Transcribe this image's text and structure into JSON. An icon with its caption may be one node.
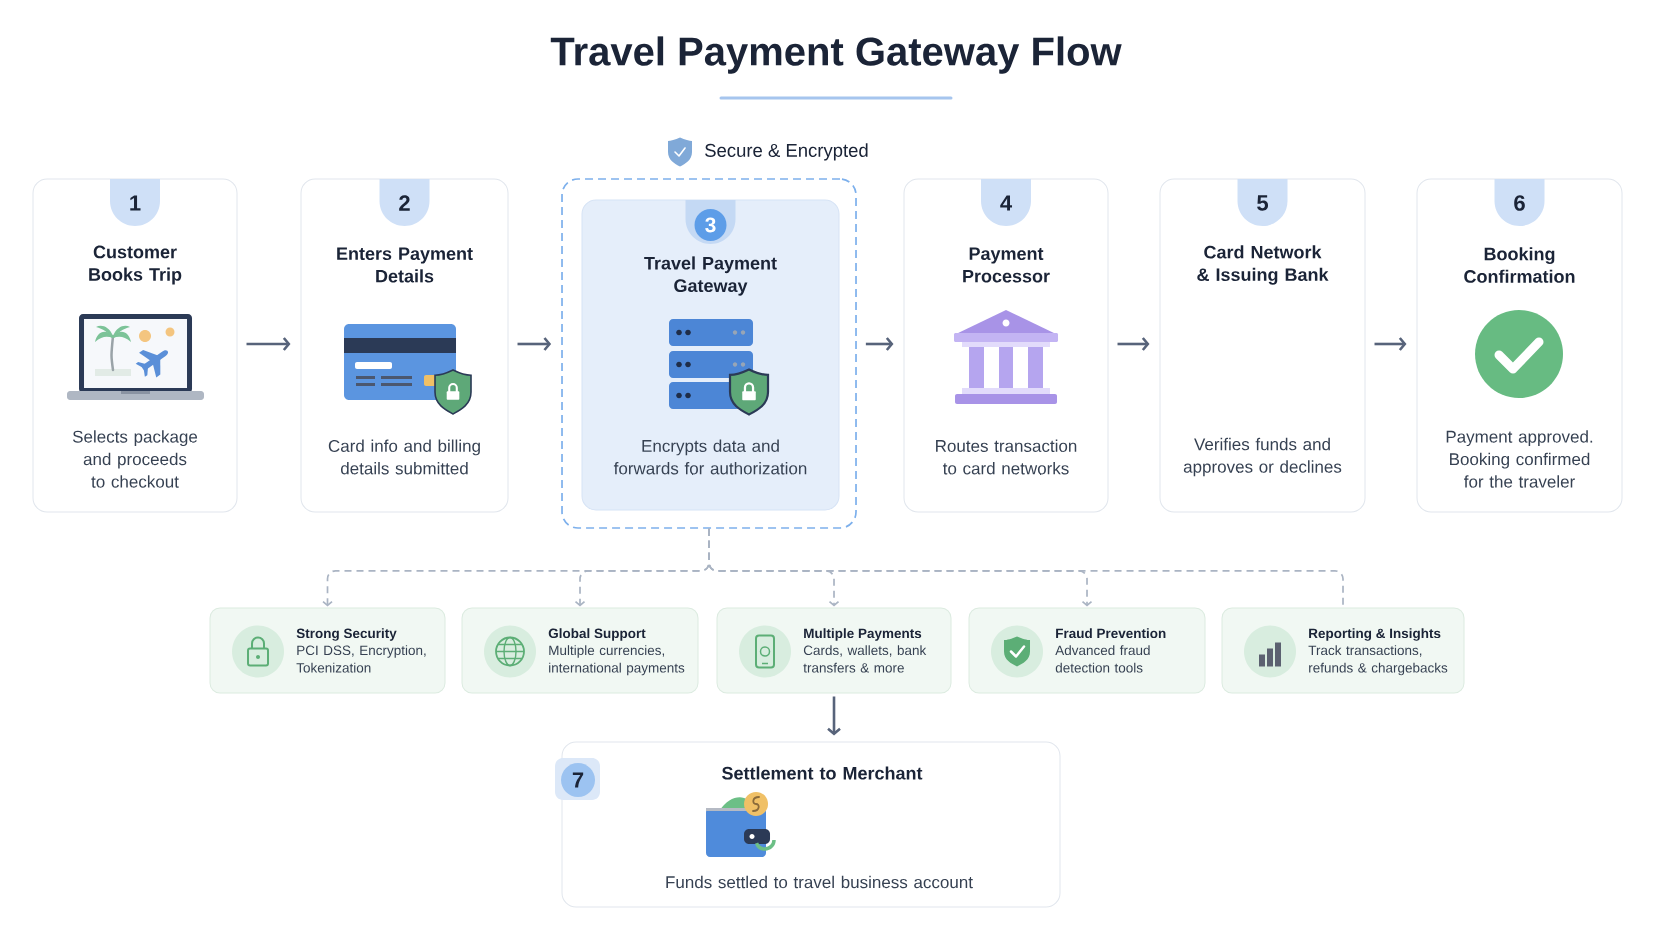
{
  "diagram": {
    "title": "Travel Payment Gateway Flow",
    "nodes": [
      {
        "text": [
          "1",
          "Customer Books Trip",
          "Selects package and proceeds to checkout"
        ]
      },
      {
        "text": [
          "2",
          "Enters Payment Details",
          "Card info and billing details submitted"
        ]
      },
      {
        "text": [
          "Secure & Encrypted"
        ]
      },
      {
        "text": [
          "3",
          "Travel Payment Gateway",
          "Encrypts data and forwards for authorization"
        ],
        "in": 2
      },
      {
        "text": [
          "4",
          "Payment Processor",
          "Routes transaction to card networks"
        ]
      },
      {
        "text": [
          "5",
          "Card Network & Issuing Bank",
          "Verifies funds and approves or declines"
        ]
      },
      {
        "text": [
          "6",
          "Booking Confirmation",
          "Payment approved. Booking confirmed for the traveler"
        ]
      },
      {
        "text": [
          "Strong Security",
          "PCI DSS, Encryption, Tokenization"
        ]
      },
      {
        "text": [
          "Global Support",
          "Multiple currencies, international payments"
        ]
      },
      {
        "text": [
          "Multiple Payments",
          "Cards, wallets, bank transfers & more"
        ]
      },
      {
        "text": [
          "Fraud Prevention",
          "Advanced fraud detection tools"
        ]
      },
      {
        "text": [
          "Reporting & Insights",
          "Track transactions, refunds & chargebacks"
        ]
      },
      {
        "text": [
          "7",
          "Settlement to Merchant",
          "Funds settled to travel business account"
        ]
      }
    ],
    "edges": [
      {
        "from": 0,
        "to": 1,
        "arrow": "to"
      },
      {
        "from": 1,
        "to": 2,
        "arrow": "to"
      },
      {
        "from": 2,
        "to": 4,
        "arrow": "to"
      },
      {
        "from": 4,
        "to": 5,
        "arrow": "to"
      },
      {
        "from": 5,
        "to": 6,
        "arrow": "to"
      },
      {
        "from": 2,
        "to": 7,
        "arrow": "to",
        "style": "dashed",
        "color": "#aab4c3"
      },
      {
        "from": 2,
        "to": 8,
        "arrow": "to",
        "style": "dashed",
        "color": "#aab4c3"
      },
      {
        "from": 2,
        "to": 9,
        "arrow": "to",
        "style": "dashed",
        "color": "#aab4c3"
      },
      {
        "from": 2,
        "to": 10,
        "arrow": "to",
        "style": "dashed",
        "color": "#aab4c3"
      },
      {
        "from": 2,
        "to": 11,
        "arrow": "none",
        "style": "dashed",
        "color": "#aab4c3"
      },
      {
        "from": 9,
        "to": 12,
        "arrow": "to"
      }
    ]
  }
}
